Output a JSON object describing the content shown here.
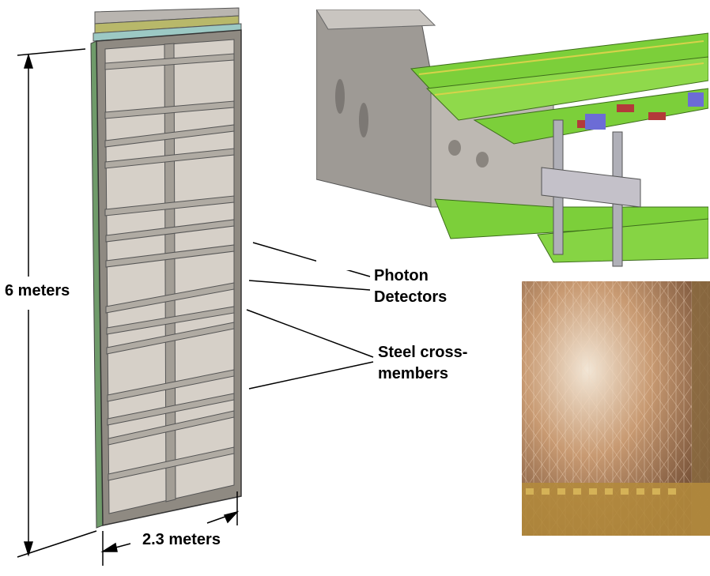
{
  "dimensions": {
    "height_label": "6 meters",
    "width_label": "2.3 meters"
  },
  "callouts": {
    "photon_detectors": [
      "Photon",
      "Detectors"
    ],
    "steel_cross_members": [
      "Steel cross-",
      "members"
    ]
  },
  "figure_parts": {
    "frame": "steel-frame-drawing",
    "electronics": "photon-detector-electronics-render",
    "wire_plane": "wire-mesh-photo"
  },
  "colors": {
    "frame_steel": "#8f8a82",
    "frame_panel": "#d6d0c8",
    "pcb_green": "#7ccf3a",
    "photo_copper": "#c47a46"
  }
}
